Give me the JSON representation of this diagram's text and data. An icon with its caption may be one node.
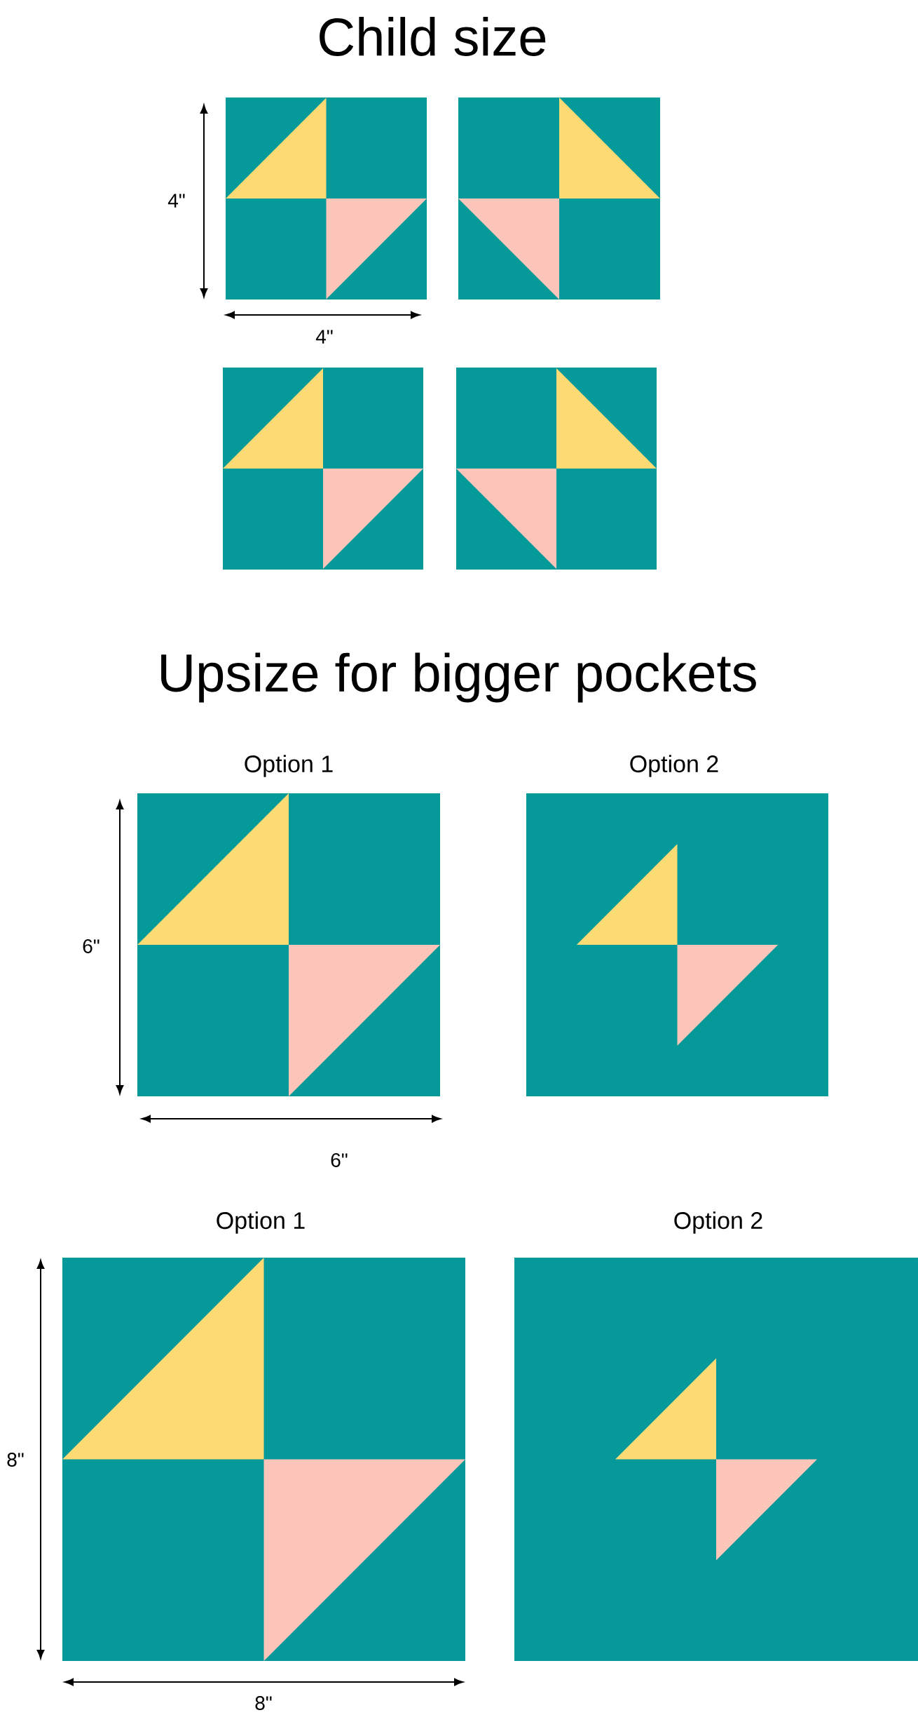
{
  "diagram": {
    "title": "Child size",
    "nodes": [
      {
        "text": [],
        "shape": "box"
      },
      {
        "text": [],
        "shape": "box"
      },
      {
        "text": [],
        "shape": "box"
      },
      {
        "text": [],
        "shape": "box"
      },
      {
        "text": [
          "Option 1"
        ]
      },
      {
        "text": [
          "Option 2"
        ]
      },
      {
        "text": [
          "Option 1"
        ]
      },
      {
        "text": [
          "Option 2"
        ]
      }
    ],
    "labels": [
      "4\"",
      "4\"",
      "Upsize for bigger pockets",
      "6\"",
      "6\"",
      "8\"",
      "8\""
    ]
  }
}
